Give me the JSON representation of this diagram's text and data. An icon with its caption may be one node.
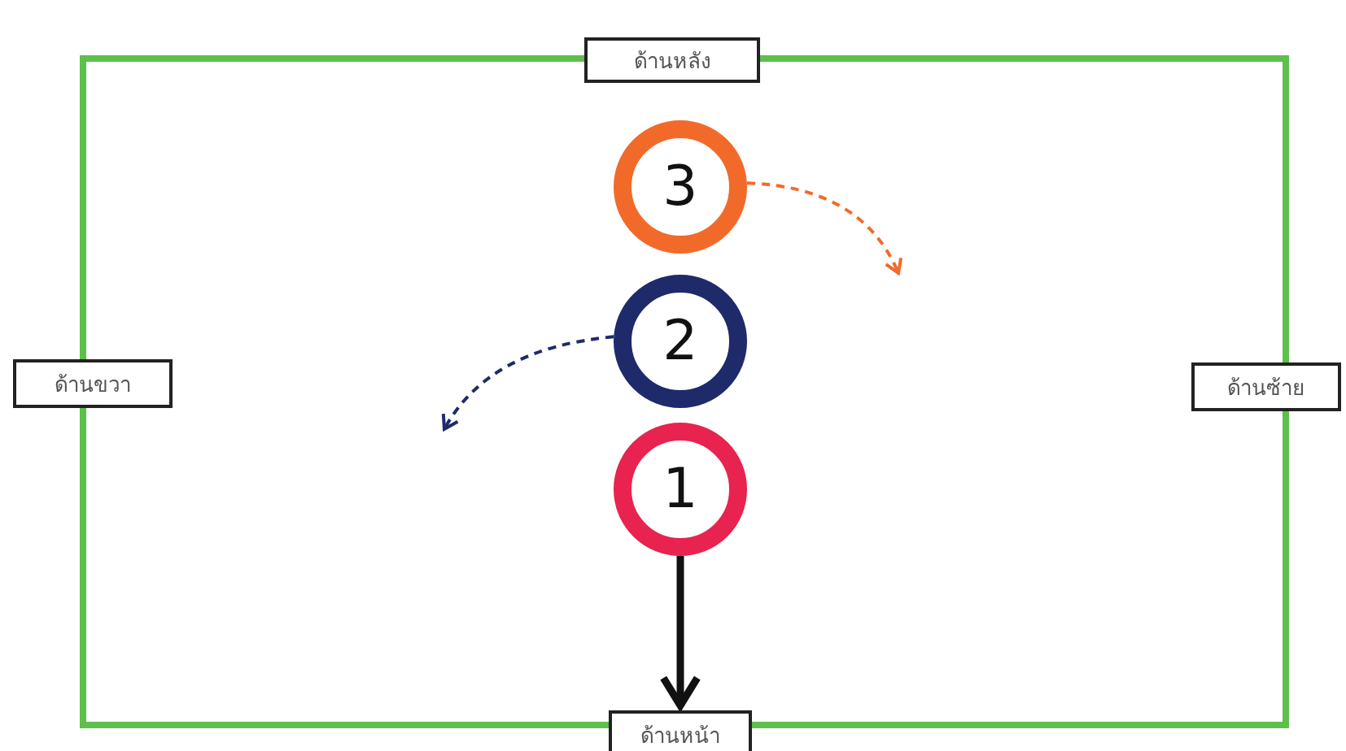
{
  "diagram": {
    "nodes": [
      {
        "text": [
          "ด้านหลัง"
        ]
      },
      {
        "text": [
          "3"
        ]
      },
      {
        "text": [
          "2"
        ]
      },
      {
        "text": [
          "ด้านขวา"
        ]
      },
      {
        "text": [
          "ด้านซ้าย"
        ]
      },
      {
        "text": [
          "1"
        ]
      },
      {
        "text": [
          "ด้านหน้า"
        ]
      }
    ],
    "edges": [
      {
        "from": 1,
        "to": null,
        "arrow": "to",
        "style": "dashed",
        "color": "#f26a2a"
      },
      {
        "from": 2,
        "to": null,
        "arrow": "to",
        "style": "dashed",
        "color": "#1f2a6b"
      },
      {
        "from": 5,
        "to": 6,
        "arrow": "to",
        "style": "thick",
        "color": "#111111"
      }
    ]
  }
}
